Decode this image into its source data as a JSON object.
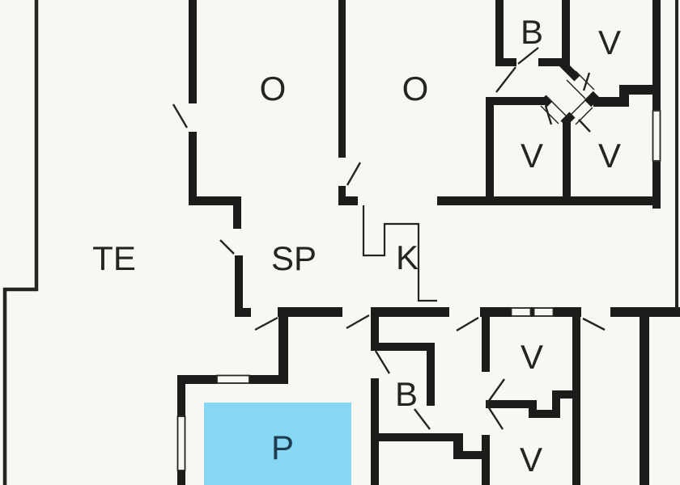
{
  "floorplan": {
    "rooms": [
      {
        "id": "living-room-left",
        "label": "O"
      },
      {
        "id": "living-room-right",
        "label": "O"
      },
      {
        "id": "bathroom-top",
        "label": "B"
      },
      {
        "id": "bedroom-top-right",
        "label": "V"
      },
      {
        "id": "bedroom-mid-left",
        "label": "V"
      },
      {
        "id": "bedroom-mid-right",
        "label": "V"
      },
      {
        "id": "terrace",
        "label": "TE"
      },
      {
        "id": "dining-area",
        "label": "SP"
      },
      {
        "id": "kitchen",
        "label": "K"
      },
      {
        "id": "bathroom-bottom",
        "label": "B"
      },
      {
        "id": "bedroom-bottom-upper",
        "label": "V"
      },
      {
        "id": "bedroom-bottom-lower",
        "label": "V"
      },
      {
        "id": "pool",
        "label": "P"
      }
    ],
    "colors": {
      "background": "#f8f7f3",
      "wall": "#1e1c1a",
      "line": "#262420",
      "pool": "#85d7f3",
      "pool_label": "#1d3c50",
      "label": "#262420"
    }
  }
}
